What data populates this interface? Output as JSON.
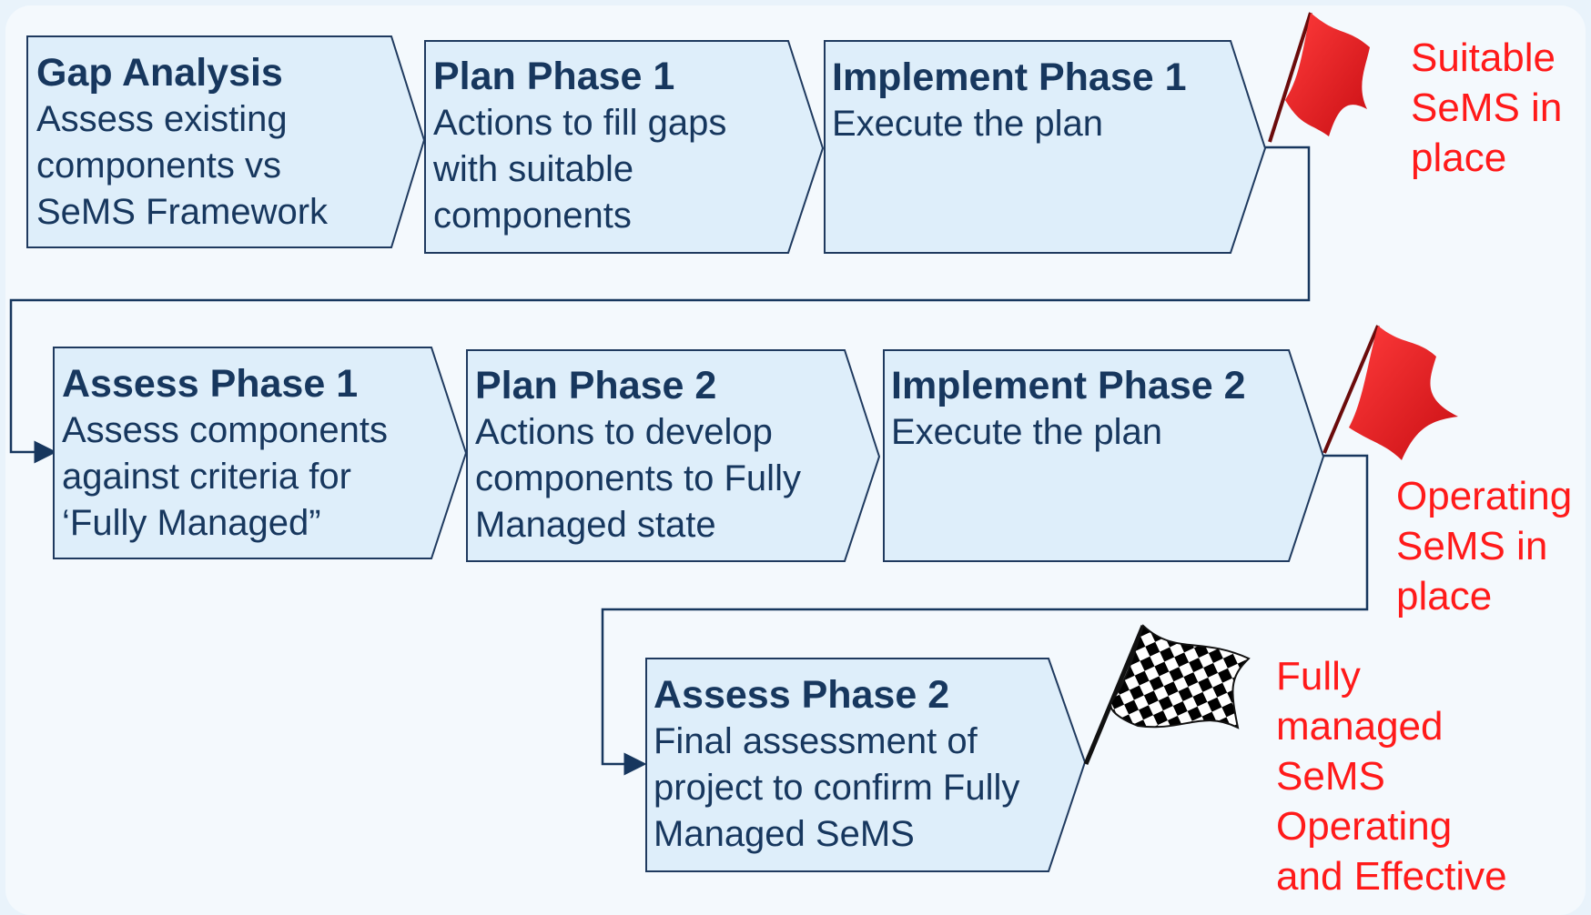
{
  "steps": [
    {
      "title": "Gap Analysis",
      "desc": "Assess existing\ncomponents vs\nSeMS Framework"
    },
    {
      "title": "Plan Phase 1",
      "desc": "Actions to fill gaps\nwith suitable\ncomponents"
    },
    {
      "title": "Implement Phase 1",
      "desc": "Execute the plan"
    },
    {
      "title": "Assess Phase 1",
      "desc": "Assess components\nagainst criteria for\n‘Fully Managed”"
    },
    {
      "title": "Plan Phase 2",
      "desc": "Actions to develop\ncomponents to Fully\nManaged state"
    },
    {
      "title": "Implement Phase 2",
      "desc": "Execute the plan"
    },
    {
      "title": "Assess Phase 2",
      "desc": "Final assessment of\nproject to confirm Fully\nManaged SeMS"
    }
  ],
  "milestones": [
    {
      "text": "Suitable\nSeMS in\nplace",
      "flag": "red-flag-icon"
    },
    {
      "text": "Operating\nSeMS in\nplace",
      "flag": "red-flag-icon"
    },
    {
      "text": "Fully\nmanaged\nSeMS\nOperating\nand Effective",
      "flag": "checkered-flag-icon"
    }
  ],
  "colors": {
    "box_fill": "#deeefa",
    "box_stroke": "#1f3a5f",
    "text": "#17375e",
    "milestone": "#ff1a1a",
    "flag_red": "#e8161b"
  }
}
